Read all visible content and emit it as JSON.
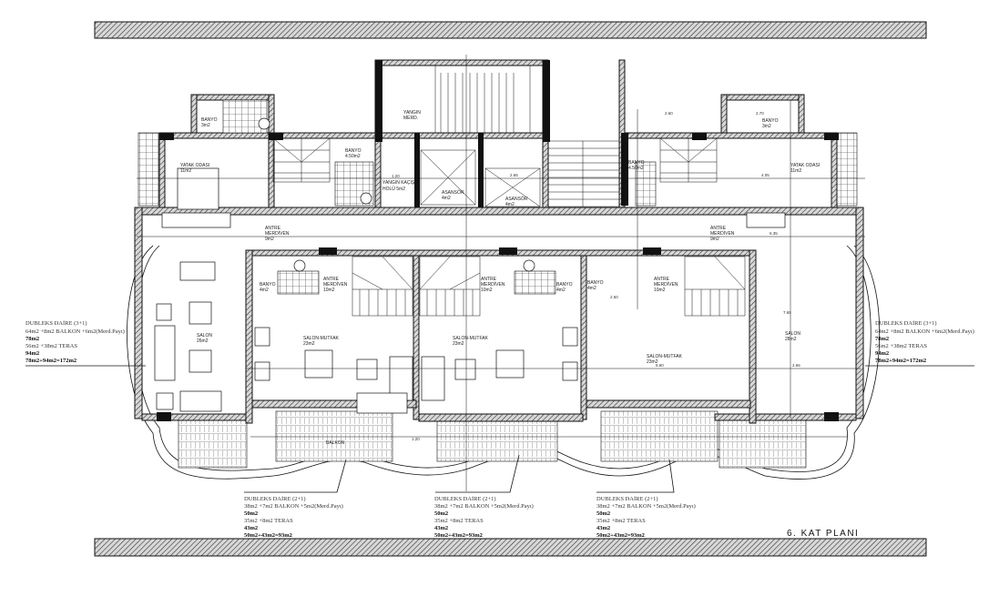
{
  "plan_title": "6. KAT PLANI",
  "rooms": {
    "banyo_left_top": {
      "name": "BANYO",
      "area": "3m2"
    },
    "yatak_left": {
      "name": "YATAK ODASI",
      "area": "11m2"
    },
    "banyo_left_mid": {
      "name": "BANYO",
      "area": "4.50m2"
    },
    "yangin_holu": {
      "name": "YANGIN KAÇIŞ",
      "name2": "HOLÜ 5m2",
      "dim": "1.20"
    },
    "yangin_merd": {
      "name": "YANGIN",
      "name2": "MERD."
    },
    "asansor_1": {
      "name": "ASANSÖR",
      "area": "4m2"
    },
    "asansor_2": {
      "name": "ASANSÖR",
      "area": "4m2"
    },
    "banyo_right_mid": {
      "name": "BANYO",
      "area": "4.50m2"
    },
    "banyo_right_top": {
      "name": "BANYO",
      "area": "3m2"
    },
    "yatak_right": {
      "name": "YATAK ODASI",
      "area": "11m2"
    },
    "antre_left": {
      "name": "ANTRE",
      "name2": "MERDİVEN",
      "area": "9m2"
    },
    "antre_right": {
      "name": "ANTRE",
      "name2": "MERDİVEN",
      "area": "9m2"
    },
    "salon_left": {
      "name": "SALON",
      "area": "26m2"
    },
    "salon_right": {
      "name": "SALON",
      "area": "28m2"
    },
    "banyo_u1": {
      "name": "BANYO",
      "area": "4m2"
    },
    "antre_u1": {
      "name": "ANTRE",
      "name2": "MERDİVEN",
      "area": "10m2"
    },
    "antre_u2": {
      "name": "ANTRE",
      "name2": "MERDİVEN",
      "area": "10m2"
    },
    "banyo_u2": {
      "name": "BANYO",
      "area": "4m2"
    },
    "banyo_u3": {
      "name": "BANYO",
      "area": "4m2"
    },
    "antre_u3": {
      "name": "ANTRE",
      "name2": "MERDİVEN",
      "area": "10m2"
    },
    "salon_mutfak_1": {
      "name": "SALON-MUTFAK",
      "area": "23m2"
    },
    "salon_mutfak_2": {
      "name": "SALON-MUTFAK",
      "area": "23m2"
    },
    "salon_mutfak_3": {
      "name": "SALON-MUTFAK",
      "area": "23m2"
    },
    "balkon": {
      "name": "BALKON"
    }
  },
  "dimensions": [
    "2.60",
    "2.70",
    "4.05",
    "6.35",
    "2.65",
    "7.65",
    "2.50",
    "6.60",
    "1.20",
    "2.65"
  ],
  "annotations": {
    "left": {
      "line1": "DUBLEKS DAİRE (3+1)",
      "line2": "64m2 +8m2 BALKON +6m2(Merd.Payı)",
      "line3": "78m2",
      "line4": "56m2 +38m2 TERAS",
      "line5": "94m2",
      "line6": "78m2+94m2=172m2"
    },
    "right": {
      "line1": "DUBLEKS DAİRE (3+1)",
      "line2": "64m2 +8m2 BALKON +6m2(Merd.Payı)",
      "line3": "78m2",
      "line4": "56m2 +38m2 TERAS",
      "line5": "94m2",
      "line6": "78m2+94m2=172m2"
    },
    "bottom1": {
      "line1": "DUBLEKS DAİRE (2+1)",
      "line2": "38m2 +7m2 BALKON +5m2(Merd.Payı)",
      "line3": "50m2",
      "line4": "35m2 +8m2 TERAS",
      "line5": "43m2",
      "line6": "50m2+43m2=93m2"
    },
    "bottom2": {
      "line1": "DUBLEKS DAİRE (2+1)",
      "line2": "38m2 +7m2 BALKON +5m2(Merd.Payı)",
      "line3": "50m2",
      "line4": "35m2 +8m2 TERAS",
      "line5": "43m2",
      "line6": "50m2+43m2=93m2"
    },
    "bottom3": {
      "line1": "DUBLEKS DAİRE (2+1)",
      "line2": "38m2 +7m2 BALKON +5m2(Merd.Payı)",
      "line3": "50m2",
      "line4": "35m2 +8m2 TERAS",
      "line5": "43m2",
      "line6": "50m2+43m2=93m2"
    }
  },
  "colors": {
    "line": "#111111",
    "background": "#ffffff"
  }
}
